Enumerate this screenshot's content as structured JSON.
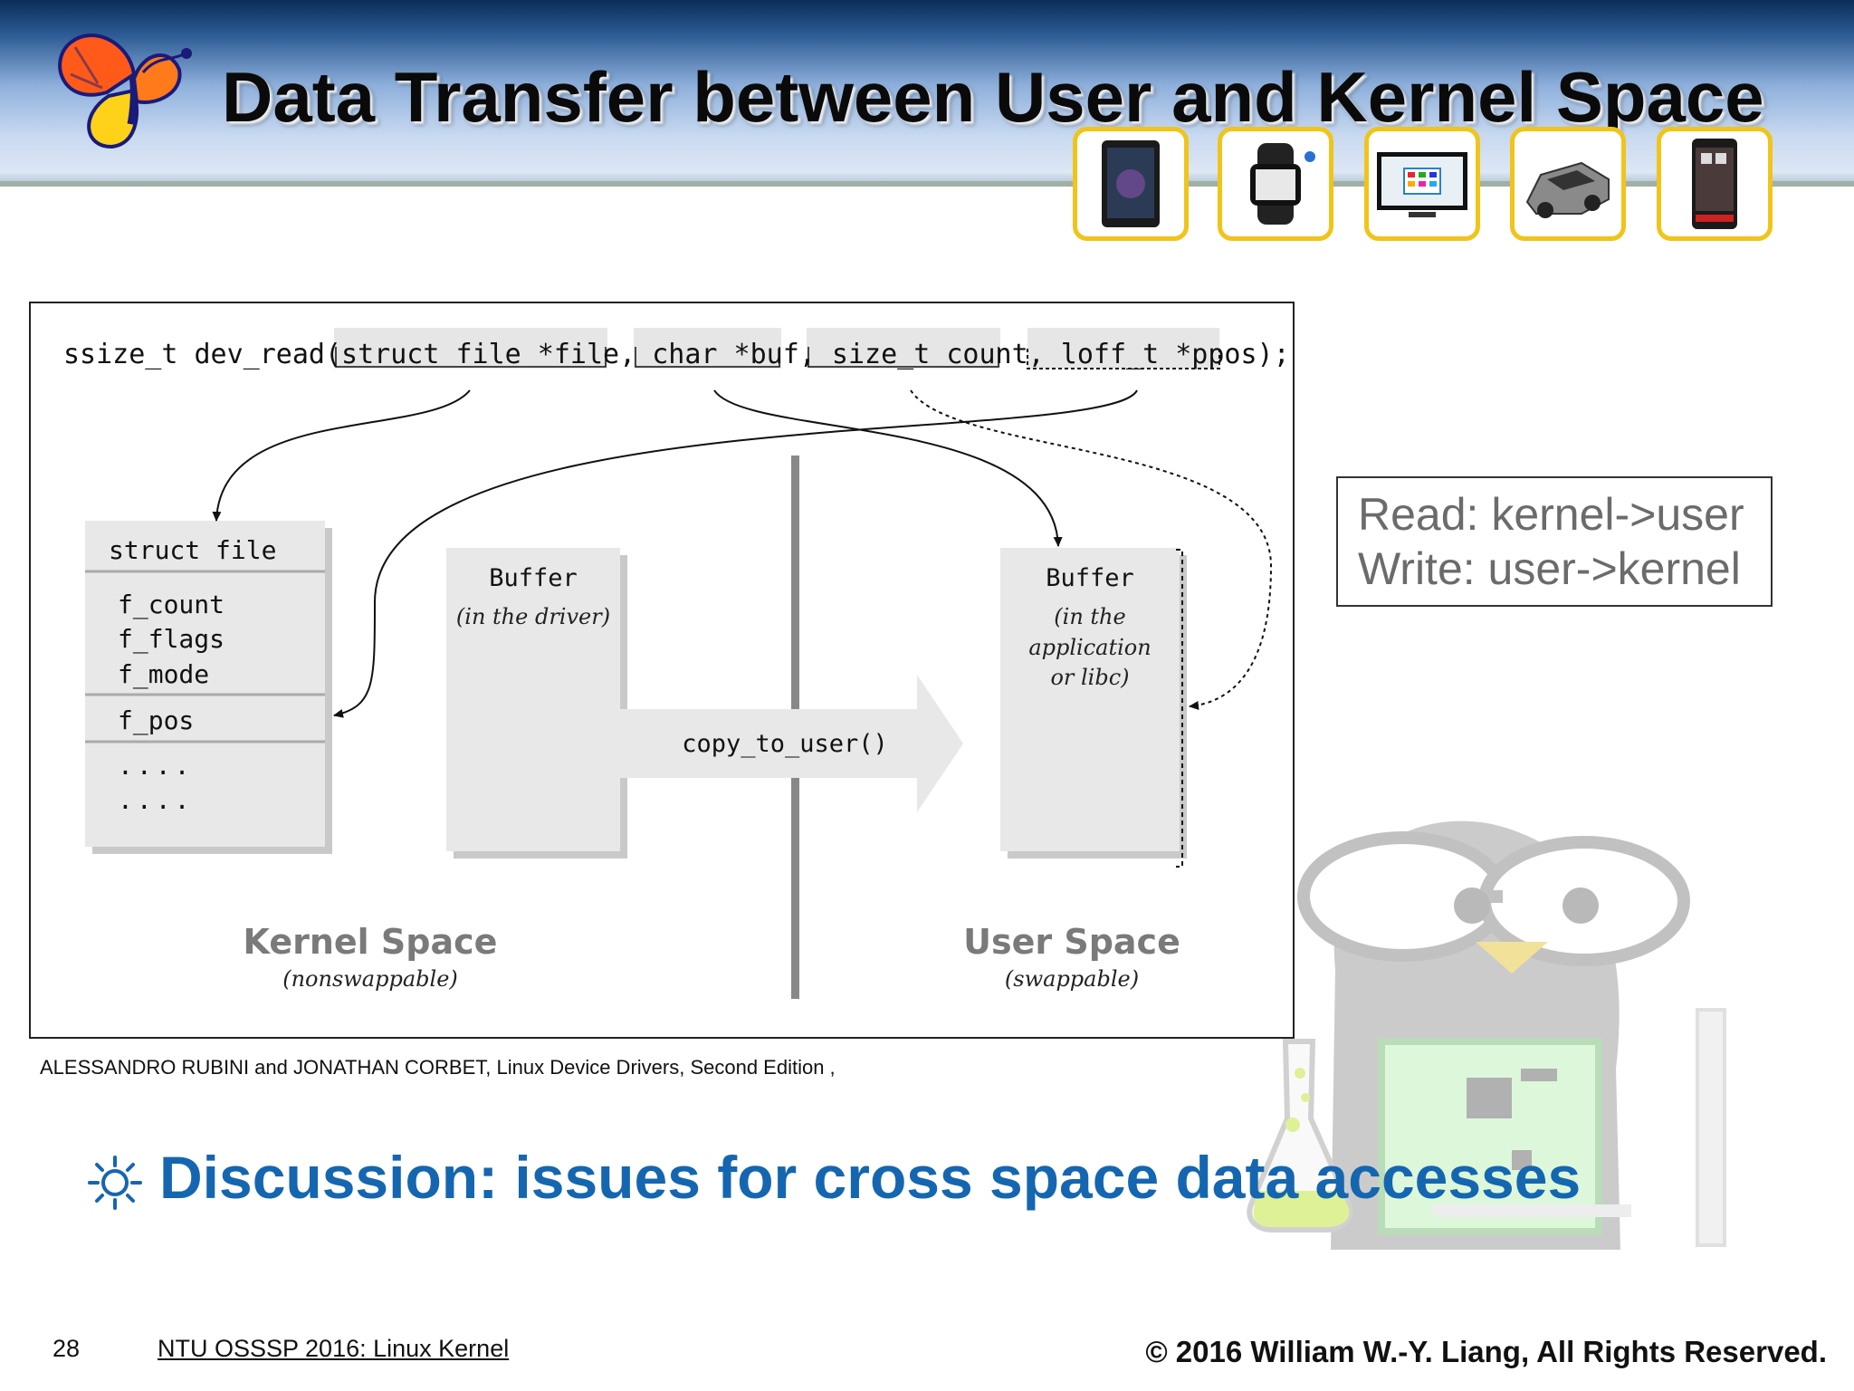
{
  "slide": {
    "title": "Data Transfer between User and Kernel Space",
    "devices": [
      "tablet-icon",
      "smartwatch-icon",
      "tv-icon",
      "car-icon",
      "phone-icon"
    ]
  },
  "figure": {
    "signature": {
      "prefix": "ssize_t dev_read(",
      "params": [
        "struct file *file,",
        "char *buf,",
        "size_t count,",
        "loff_t *ppos"
      ],
      "suffix": ");"
    },
    "struct_file": {
      "title": "struct file",
      "fields": [
        "f_count",
        "f_flags",
        "f_mode",
        "f_pos",
        "....",
        "...."
      ]
    },
    "driver_buffer": {
      "title": "Buffer",
      "subtitle": "(in the driver)"
    },
    "user_buffer": {
      "title": "Buffer",
      "subtitle_lines": [
        "(in the",
        "application",
        "or libc)"
      ]
    },
    "copy_label": "copy_to_user()",
    "kernel_space": {
      "title": "Kernel Space",
      "subtitle": "(nonswappable)"
    },
    "user_space": {
      "title": "User Space",
      "subtitle": "(swappable)"
    }
  },
  "citation": "ALESSANDRO RUBINI and JONATHAN CORBET, Linux Device Drivers, Second Edition ,",
  "note_box": {
    "lines": [
      "Read: kernel->user",
      "Write: user->kernel"
    ]
  },
  "discussion": "Discussion: issues for cross space data accesses",
  "footer": {
    "page_number": "28",
    "course": "NTU OSSSP 2016: Linux Kernel",
    "copyright": "© 2016  William W.-Y. Liang, All Rights Reserved."
  },
  "colors": {
    "title_text": "#0a0a0a",
    "discussion_text": "#1566b0",
    "device_border": "#f0c419",
    "note_text": "#6b6b6b"
  }
}
